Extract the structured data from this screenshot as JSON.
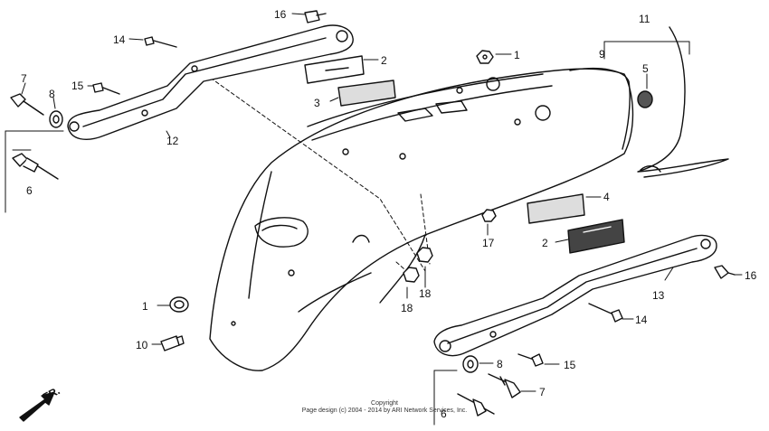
{
  "callouts": {
    "c1_top": "1",
    "c1_left": "1",
    "c2_top": "2",
    "c2_right": "2",
    "c3": "3",
    "c4": "4",
    "c5": "5",
    "c6_left": "6",
    "c6_bottom": "6",
    "c7_left": "7",
    "c7_right": "7",
    "c8_left": "8",
    "c8_right": "8",
    "c9": "9",
    "c10": "10",
    "c11": "11",
    "c12": "12",
    "c13": "13",
    "c14_left": "14",
    "c14_right": "14",
    "c15_left": "15",
    "c15_right": "15",
    "c16_top": "16",
    "c16_right": "16",
    "c17": "17",
    "c18_left": "18",
    "c18_right": "18"
  },
  "direction_label": "FR.",
  "copyright": {
    "line1": "Copyright",
    "line2": "Page design (c) 2004 - 2014 by ARI Network Services, Inc."
  }
}
